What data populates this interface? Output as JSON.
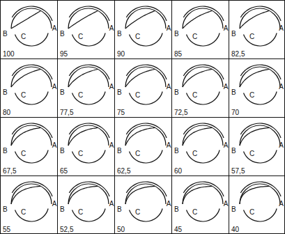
{
  "diagram": {
    "nodes": [
      {
        "text": [
          "B",
          "C",
          "A",
          "100"
        ]
      },
      {
        "text": [
          "B",
          "C",
          "A",
          "95"
        ]
      },
      {
        "text": [
          "B",
          "C",
          "A",
          "90"
        ]
      },
      {
        "text": [
          "B",
          "C",
          "A",
          "85"
        ]
      },
      {
        "text": [
          "B",
          "C",
          "A",
          "82,5"
        ]
      },
      {
        "text": [
          "B",
          "C",
          "A",
          "80"
        ]
      },
      {
        "text": [
          "B",
          "C",
          "A",
          "77,5"
        ]
      },
      {
        "text": [
          "B",
          "C",
          "A",
          "75"
        ]
      },
      {
        "text": [
          "B",
          "C",
          "A",
          "72,5"
        ]
      },
      {
        "text": [
          "B",
          "C",
          "A",
          "70"
        ]
      },
      {
        "text": [
          "B",
          "C",
          "A",
          "67,5"
        ]
      },
      {
        "text": [
          "B",
          "C",
          "A",
          "65"
        ]
      },
      {
        "text": [
          "B",
          "C",
          "A",
          "62,5"
        ]
      },
      {
        "text": [
          "B",
          "C",
          "A",
          "60"
        ]
      },
      {
        "text": [
          "B",
          "C",
          "A",
          "57,5"
        ]
      },
      {
        "text": [
          "B",
          "C",
          "A",
          "55"
        ]
      },
      {
        "text": [
          "B",
          "C",
          "A",
          "52,5"
        ]
      },
      {
        "text": [
          "B",
          "C",
          "A",
          "50"
        ]
      },
      {
        "text": [
          "B",
          "C",
          "A",
          "45"
        ]
      },
      {
        "text": [
          "B",
          "C",
          "A",
          "40"
        ]
      }
    ]
  }
}
